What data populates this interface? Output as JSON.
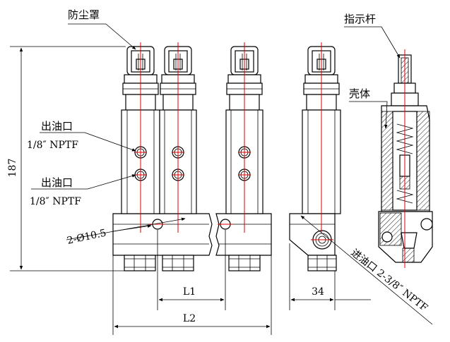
{
  "labels": {
    "dust_cover": "防尘罩",
    "indicator_rod": "指示杆",
    "housing": "壳体",
    "outlet_top_title": "出油口",
    "outlet_top_spec": "1/8″ NPTF",
    "outlet_bottom_title": "出油口",
    "outlet_bottom_spec": "1/8″ NPTF",
    "mount_holes": "2-Ø10.5",
    "inlet": "进油口 2-3/8″ NPTF"
  },
  "dimensions": {
    "height": "187",
    "l1": "L1",
    "l2": "L2",
    "width_side": "34"
  },
  "colors": {
    "line": "#000000",
    "centerline": "#e00000",
    "background": "#ffffff"
  }
}
